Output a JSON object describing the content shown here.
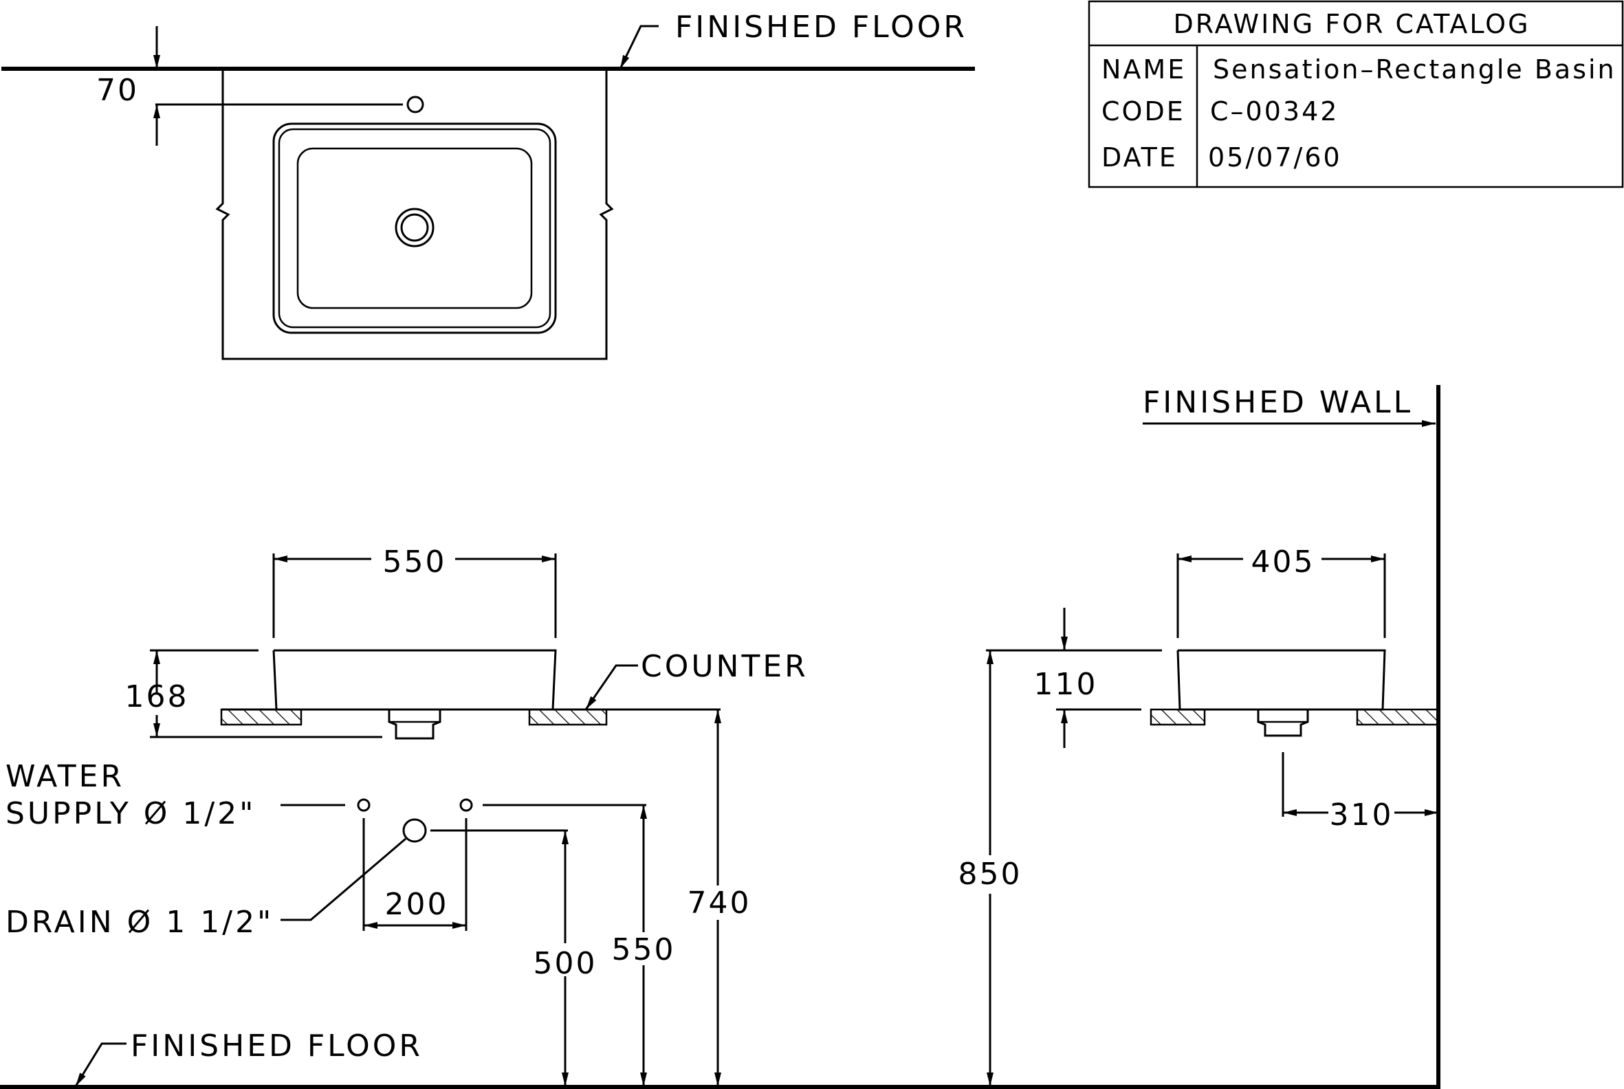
{
  "title_block": {
    "title": "DRAWING FOR CATALOG",
    "rows": [
      {
        "label": "NAME",
        "value": "Sensation–Rectangle Basin"
      },
      {
        "label": "CODE",
        "value": "C–00342"
      },
      {
        "label": "DATE",
        "value": "05/07/60"
      }
    ]
  },
  "labels": {
    "finished_floor_top": "FINISHED FLOOR",
    "finished_floor_bottom": "FINISHED FLOOR",
    "finished_wall": "FINISHED WALL",
    "counter": "COUNTER",
    "water_supply_1": "WATER",
    "water_supply_2": "SUPPLY Ø 1/2\"",
    "drain": "DRAIN Ø 1 1/2\""
  },
  "dimensions": {
    "top_offset": "70",
    "width": "550",
    "depth": "405",
    "height": "168",
    "side_height": "110",
    "supply_spacing": "200",
    "drain_height": "500",
    "supply_height": "550",
    "counter_height": "740",
    "rim_height": "850",
    "wall_offset": "310"
  }
}
